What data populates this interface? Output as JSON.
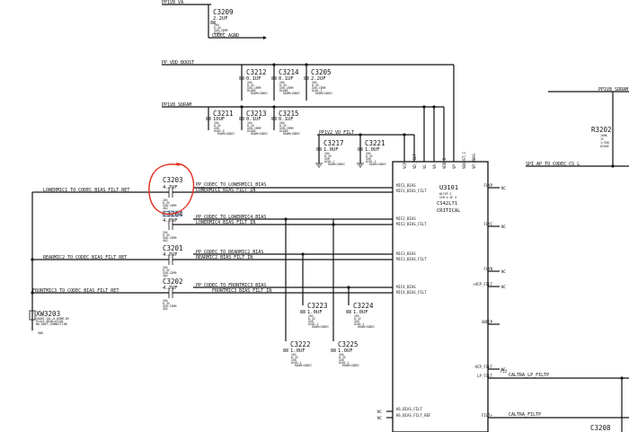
{
  "nets": {
    "pp1v8_va": "PP1V8_VA",
    "codec_agnd": "CODEC_AGND",
    "pp_vdd_boost": "PP_VDD_BOOST",
    "pp1v8_sdram": "PP1V8_SDRAM",
    "pp1v2_vd_filt": "PP1V2_VD_FILT",
    "pp1v8_sdram_r": "PP1V8_SDRAM",
    "lowermic1_bias_filt_ret": "LOWERMIC1_TO_CODEC_BIAS_FILT_RET",
    "pp_lowermic1_bias": "PP_CODEC_TO_LOWERMIC1_BIAS",
    "lowermic1_bias_filt_in": "LOWERMIC1_BIAS_FILT_IN",
    "pp_lowermic4_bias": "PP_CODEC_TO_LOWERMIC4_BIAS",
    "lowermic4_bias_filt_in": "LOWERMIC4_BIAS_FILT_IN",
    "pp_rearmic2_bias": "PP_CODEC_TO_REARMIC2_BIAS",
    "rearmic2_bias_filt_ret": "REARMIC2_TO_CODEC_BIAS_FILT_RET",
    "rearmic2_bias_filt_in": "REARMIC2_BIAS_FILT_IN",
    "pp_frontmic3_bias": "PP_CODEC_TO_FRONTMIC3_BIAS",
    "frontmic3_bias_filt_ret": "FRONTMIC3_TO_CODEC_BIAS_FILT_RET",
    "frontmic3_bias_filt_in": "FRONTMIC3_BIAS_FILT_IN",
    "spi_ap_to_codec": "SPI_AP_TO_CODEC_CS_L",
    "caltra_lp": "CALTRA_LP_FILTP",
    "caltra": "CALTRA_FILTP",
    "nc": "NC"
  },
  "caps": {
    "c3209": {
      "ref": "C3209",
      "val": "2.2UF",
      "spec": [
        "20%",
        "6.3V",
        "X5R-CERM",
        "0201-1",
        "ROOM=CODEC"
      ]
    },
    "c3212": {
      "ref": "C3212",
      "val": "0.1UF",
      "spec": [
        "20%",
        "6.3V",
        "X5R-CERM",
        "01005",
        "ROOM=CODEC"
      ]
    },
    "c3214": {
      "ref": "C3214",
      "val": "0.1UF",
      "spec": [
        "20%",
        "6.3V",
        "X5R-CERM",
        "01005",
        "ROOM=CODEC"
      ]
    },
    "c3205": {
      "ref": "C3205",
      "val": "2.2UF",
      "spec": [
        "20%",
        "6.3V",
        "X5R-CERM",
        "0201-1",
        "ROOM=CODEC"
      ]
    },
    "c3211": {
      "ref": "C3211",
      "val": "10UF",
      "spec": [
        "20%",
        "6.3V",
        "X5R",
        "0402-9",
        "ROOM=CODEC"
      ]
    },
    "c3213": {
      "ref": "C3213",
      "val": "0.1UF",
      "spec": [
        "20%",
        "6.3V",
        "X5R-CERM",
        "01005",
        "ROOM=CODEC"
      ]
    },
    "c3215": {
      "ref": "C3215",
      "val": "0.1UF",
      "spec": [
        "20%",
        "6.3V",
        "X5R-CERM",
        "01005",
        "ROOM=CODEC"
      ]
    },
    "c3217": {
      "ref": "C3217",
      "val": "1.0UF",
      "spec": [
        "20%",
        "6.3V",
        "X5R",
        "0201-1",
        "ROOM=CODEC"
      ]
    },
    "c3221": {
      "ref": "C3221",
      "val": "1.0UF",
      "spec": [
        "20%",
        "6.3V",
        "X5R",
        "0201-1",
        "ROOM=CODEC"
      ]
    },
    "c3203": {
      "ref": "C3203",
      "val": "4.7UF",
      "spec": [
        "20%",
        "6.3V",
        "X5R-CERM",
        "402",
        "ROOM=CODEC"
      ]
    },
    "c3204": {
      "ref": "C3204",
      "val": "4.7UF",
      "spec": [
        "20%",
        "6.3V",
        "X5R-CERM",
        "402",
        "ROOM=CODEC"
      ]
    },
    "c3201": {
      "ref": "C3201",
      "val": "4.7UF",
      "spec": [
        "20%",
        "6.3V",
        "X5R-CERM",
        "402",
        "ROOM=CODEC"
      ]
    },
    "c3202": {
      "ref": "C3202",
      "val": "4.7UF",
      "spec": [
        "20%",
        "6.3V",
        "X5R-CERM",
        "402",
        "ROOM=CODEC"
      ]
    },
    "c3223": {
      "ref": "C3223",
      "val": "1.0UF",
      "spec": [
        "20%",
        "6.3V",
        "X5R",
        "0201-1",
        "ROOM=CODEC"
      ]
    },
    "c3224": {
      "ref": "C3224",
      "val": "1.0UF",
      "spec": [
        "20%",
        "6.3V",
        "X5R",
        "0201-1",
        "ROOM=CODEC"
      ]
    },
    "c3222": {
      "ref": "C3222",
      "val": "1.0UF",
      "spec": [
        "20%",
        "6.3V",
        "X5R",
        "0201-1",
        "ROOM=CODEC"
      ]
    },
    "c3225": {
      "ref": "C3225",
      "val": "1.0UF",
      "spec": [
        "20%",
        "6.3V",
        "X5R",
        "0201-1",
        "ROOM=CODEC"
      ]
    },
    "c3208": {
      "ref": "C3208"
    }
  },
  "resistor": {
    "ref": "R3202",
    "spec": [
      "100K",
      "1%",
      "1/32W",
      "01005"
    ]
  },
  "xw": {
    "ref": "XW3203",
    "spec": [
      "SHORT-20L-0.05MM-SM",
      "PLACE_NEAR=U3101",
      "NO_XNET_CONNECTION"
    ],
    "gnd": "GND"
  },
  "u3101": {
    "ref": "U3101",
    "part": "WLCSP-3",
    "sym": "SYM 4 OF 5",
    "dev": "CS42L71",
    "crit": "CRITICAL",
    "left_pins": [
      "MIC1_BIAS",
      "MIC1_BIAS_FILT",
      "MIC2_BIAS",
      "MIC2_BIAS_FILT",
      "MIC3_BIAS",
      "MIC3_BIAS_FILT",
      "MIC4_BIAS",
      "MIC4_BIAS_FILT",
      "HS_BIAS_FILT",
      "HS_BIAS_FILT_REF"
    ],
    "top_pins": [
      "VCP",
      "VD_FILT",
      "VL",
      "VA",
      "VDD_B",
      "VP",
      "VBOOST_C",
      "VP_MBAS"
    ],
    "right_pins": [
      "FLYP",
      "FLYC",
      "FLYN",
      "+VCP_FILT",
      "GNDCP",
      "-VCP_FILT",
      "LP_FILT",
      "FILT+"
    ],
    "right_pin_num": "F12"
  },
  "annotation": {
    "color": "#e0301e"
  }
}
